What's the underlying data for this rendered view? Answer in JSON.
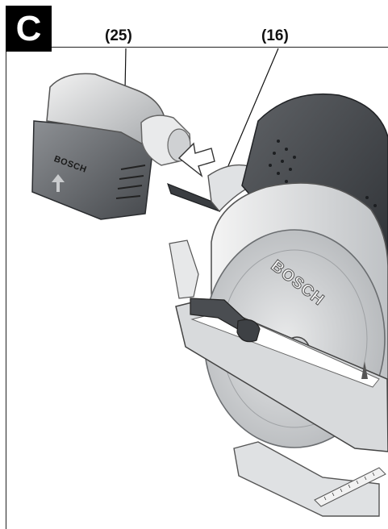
{
  "figure": {
    "panel_letter": "C",
    "callouts": [
      {
        "id": "battery",
        "label": "(25)"
      },
      {
        "id": "dust-adapter",
        "label": "(16)"
      }
    ],
    "battery_brand": "BOSCH",
    "saw_brand": "BOSCH"
  }
}
